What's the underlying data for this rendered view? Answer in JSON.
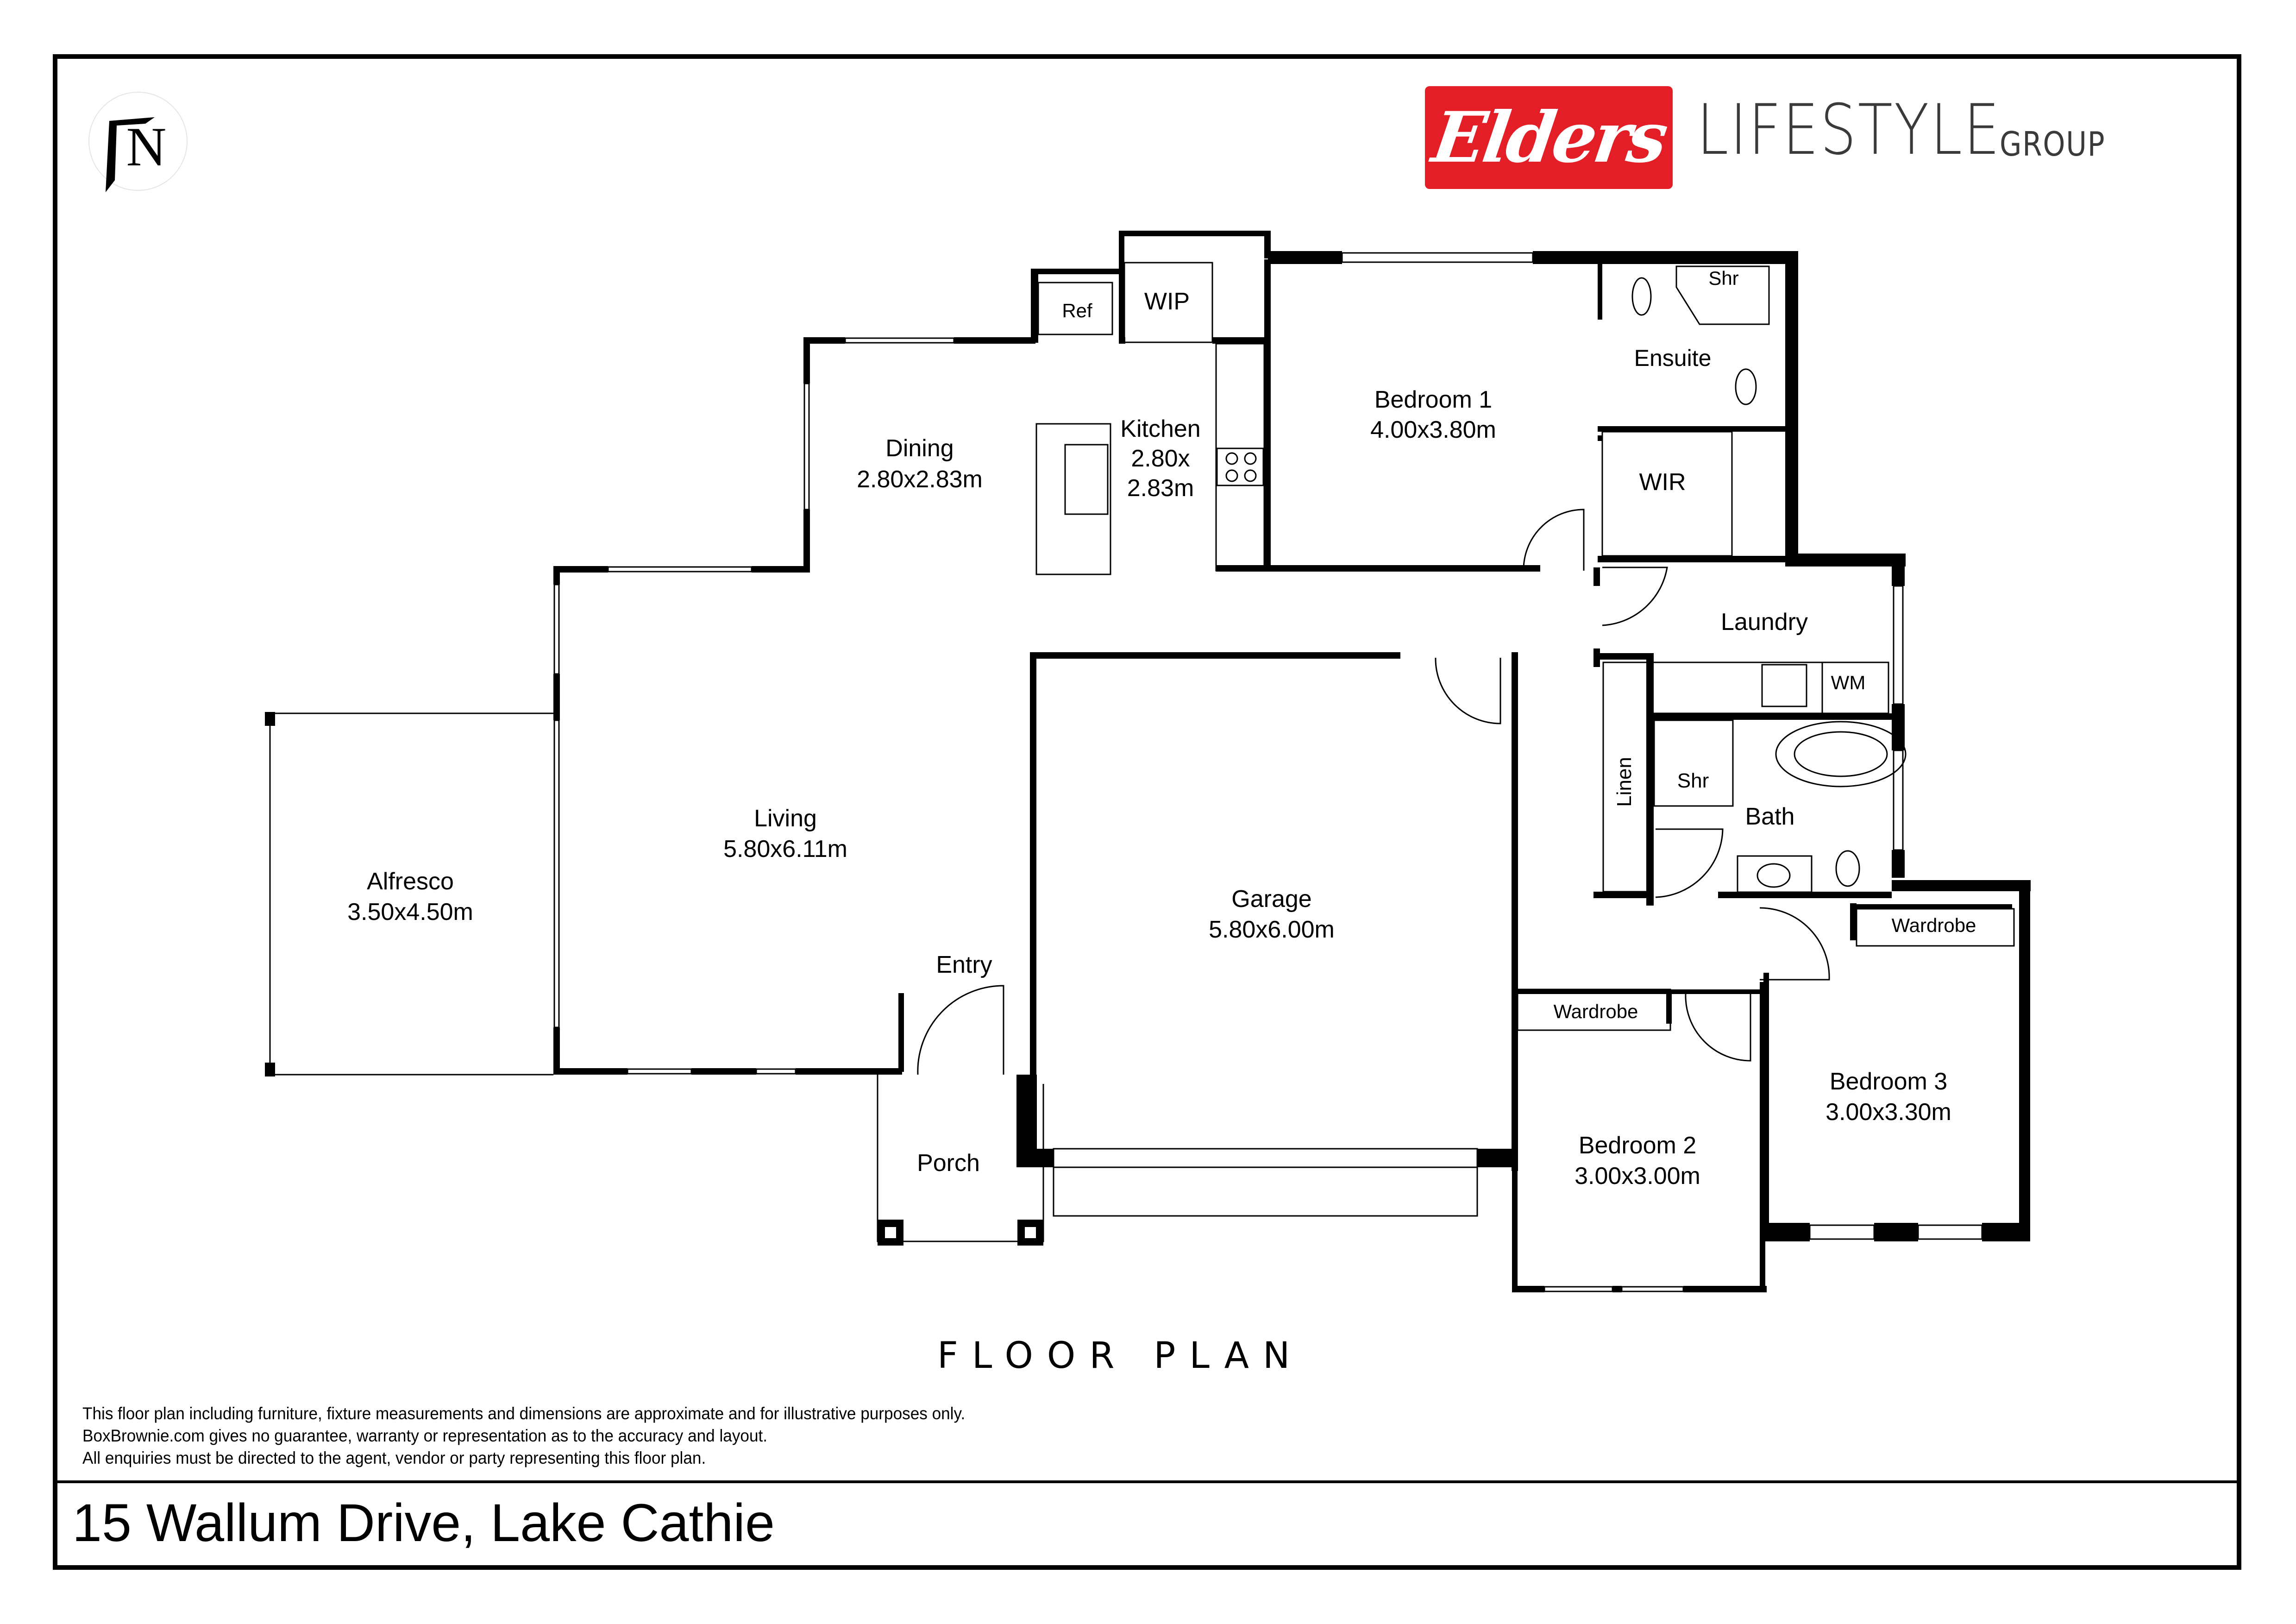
{
  "header": {
    "north_symbol": "N",
    "brand": {
      "logo_text": "Elders",
      "name": "LIFESTYLE",
      "suffix": "GROUP",
      "colors": {
        "logo_bg": "#e31e26",
        "logo_text": "#ffffff",
        "name_text": "#3a3a3a"
      }
    }
  },
  "rooms": [
    {
      "id": "dining",
      "name": "Dining",
      "size": "2.80x2.83m"
    },
    {
      "id": "kitchen",
      "name": "Kitchen",
      "size_line1": "2.80x",
      "size_line2": "2.83m"
    },
    {
      "id": "ref",
      "name": "Ref"
    },
    {
      "id": "wip",
      "name": "WIP"
    },
    {
      "id": "bedroom1",
      "name": "Bedroom 1",
      "size": "4.00x3.80m"
    },
    {
      "id": "ensuite",
      "name": "Ensuite"
    },
    {
      "id": "ensuite_shower",
      "name": "Shr"
    },
    {
      "id": "wir",
      "name": "WIR"
    },
    {
      "id": "laundry",
      "name": "Laundry"
    },
    {
      "id": "washing_machine",
      "name": "WM"
    },
    {
      "id": "linen",
      "name": "Linen"
    },
    {
      "id": "bath_shower",
      "name": "Shr"
    },
    {
      "id": "bath",
      "name": "Bath"
    },
    {
      "id": "living",
      "name": "Living",
      "size": "5.80x6.11m"
    },
    {
      "id": "alfresco",
      "name": "Alfresco",
      "size": "3.50x4.50m"
    },
    {
      "id": "garage",
      "name": "Garage",
      "size": "5.80x6.00m"
    },
    {
      "id": "entry",
      "name": "Entry"
    },
    {
      "id": "porch",
      "name": "Porch"
    },
    {
      "id": "wardrobe2",
      "name": "Wardrobe"
    },
    {
      "id": "bedroom2",
      "name": "Bedroom 2",
      "size": "3.00x3.00m"
    },
    {
      "id": "wardrobe3",
      "name": "Wardrobe"
    },
    {
      "id": "bedroom3",
      "name": "Bedroom 3",
      "size": "3.00x3.30m"
    }
  ],
  "title": "FLOOR PLAN",
  "disclaimer": [
    "This floor plan including furniture, fixture measurements and dimensions are approximate and for illustrative purposes only.",
    "BoxBrownie.com gives no guarantee, warranty or representation as to the accuracy and layout.",
    "All enquiries must be directed to the agent, vendor or party representing this floor plan."
  ],
  "address": "15 Wallum Drive, Lake Cathie"
}
